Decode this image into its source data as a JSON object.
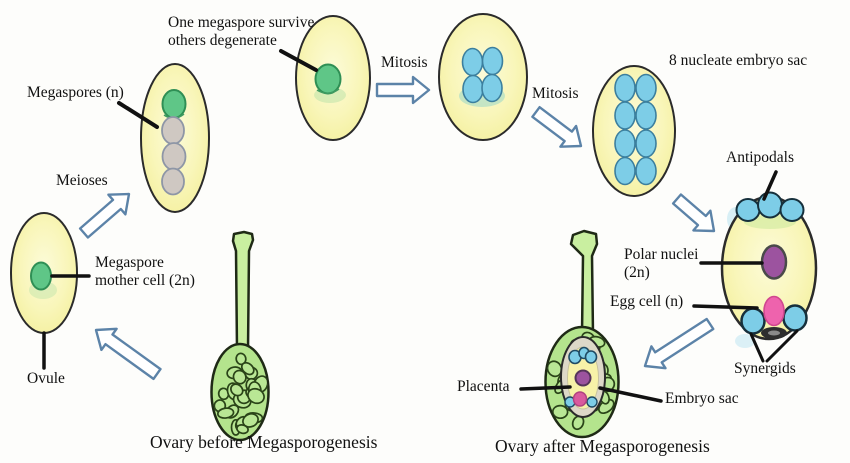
{
  "figure": {
    "type": "hand-drawn biology diagram",
    "topic": "Megasporogenesis life-cycle stages"
  },
  "labels": {
    "one_megaspore": "One megaspore survive\nothers degenerate",
    "megaspores": "Megaspores (n)",
    "meioses": "Meioses",
    "megaspore_mother": "Megaspore\nmother cell (2n)",
    "ovule": "Ovule",
    "ovary_before": "Ovary before Megasporogenesis",
    "mitosis_1": "Mitosis",
    "mitosis_2": "Mitosis",
    "eight_nucleate": "8 nucleate embryo sac",
    "antipodals": "Antipodals",
    "polar_nuclei": "Polar nuclei\n(2n)",
    "egg_cell": "Egg cell (n)",
    "synergids": "Synergids",
    "placenta": "Placenta",
    "embryo_sac": "Embryo sac",
    "ovary_after": "Ovary after Megasporogenesis"
  },
  "figures": {
    "ovule_cell": {
      "visible_nuclei": 1,
      "nucleus_color": "green"
    },
    "megaspore_tetrad": {
      "visible_nuclei": 4,
      "green_cells": 1,
      "gray_cells": 3
    },
    "surviving_megaspore": {
      "visible_nuclei": 1,
      "nucleus_color": "green"
    },
    "four_nucleate_sac": {
      "visible_nuclei": 4,
      "nucleus_color": "blue"
    },
    "eight_nucleate_sac": {
      "visible_nuclei": 8,
      "nucleus_color": "blue"
    },
    "mature_embryo_sac": {
      "antipodals": 3,
      "polar_nuclei": 1,
      "egg_cells": 1,
      "synergids": 2
    }
  },
  "colors": {
    "oval_fill": "#f6f2a2",
    "green_cell": "#5fc687",
    "gray_cell": "#cfc8c2",
    "blue_cell": "#7dcde7",
    "purple_cell": "#9c539f",
    "pink_cell": "#ee63ad",
    "ovary_green": "#b4e48d",
    "stalk_green": "#c9efa0",
    "arrow_stroke": "#5c83a8",
    "text": "#111111"
  }
}
